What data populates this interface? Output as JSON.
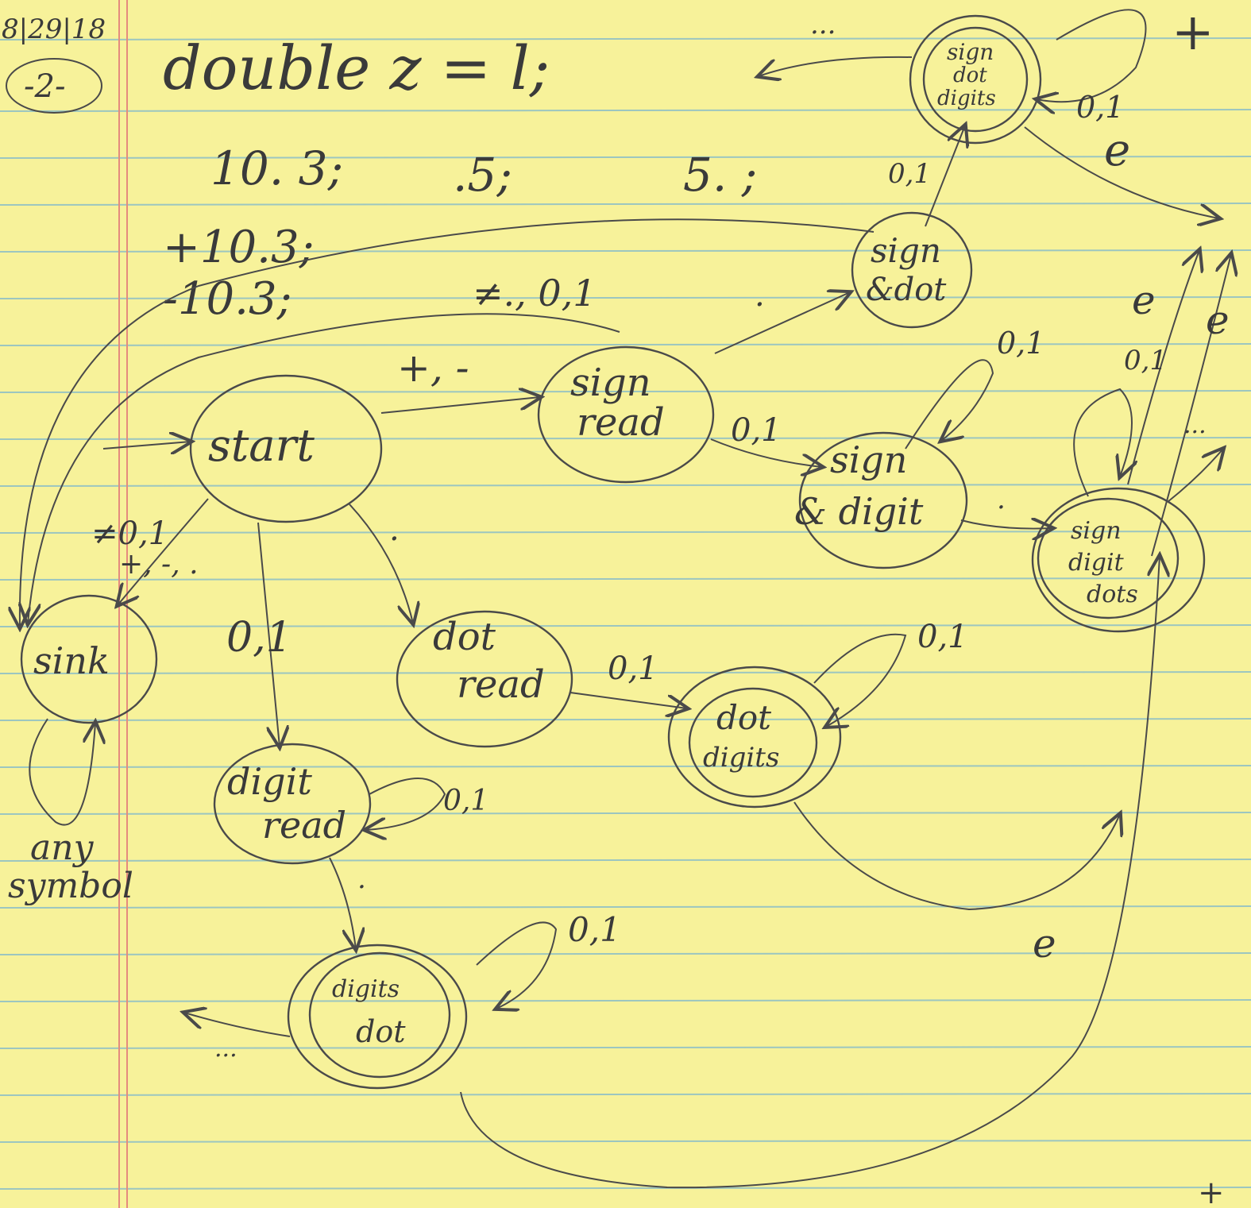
{
  "header": {
    "date": "8|29|18",
    "page": "-2-",
    "title": "double z = l;"
  },
  "examples": {
    "row1": [
      "10. 3;",
      ".5;",
      "5. ;"
    ],
    "row2": [
      "+10.3;",
      "-10.3;"
    ]
  },
  "states": {
    "start": "start",
    "sign_read": [
      "sign",
      "read"
    ],
    "sign_dot": [
      "sign",
      "&dot"
    ],
    "sign_dot_digits": [
      "sign",
      "dot",
      "digits"
    ],
    "sign_digit": [
      "sign",
      "& digit"
    ],
    "sign_digit_dots": [
      "sign",
      "digit",
      "dots"
    ],
    "sink": "sink",
    "dot_read": [
      "dot",
      "read"
    ],
    "dot_digits": [
      "dot",
      "digits"
    ],
    "digit_read": [
      "digit",
      "read"
    ],
    "digits_dot": [
      "digits",
      "dot"
    ]
  },
  "edge_labels": {
    "start_to_sign_read": "+, -",
    "start_to_sink": "≠0,1",
    "start_to_sink_2": "+, -, .",
    "start_to_dot_read": ".",
    "start_to_digit_read": "0,1",
    "sign_read_to_sink": "≠., 0,1",
    "sign_read_to_sign_dot": ".",
    "sign_read_to_sign_digit": "0,1",
    "sign_dot_to_sign_dot_digits": "0,1",
    "sign_dot_digits_loop": "0,1",
    "sign_dot_digits_e": "e",
    "sign_dot_digits_plus": "+",
    "sign_dot_digits_more": "...",
    "sign_digit_loop": "0,1",
    "sign_digit_to_dots": ".",
    "sign_digit_dots_loop": "0,1",
    "sign_digit_dots_e1": "e",
    "sign_digit_dots_e2": "e",
    "sign_digit_dots_more": "...",
    "sink_loop": [
      "any",
      "symbol"
    ],
    "dot_read_to_dot_digits": "0,1",
    "dot_digits_loop": "0,1",
    "digit_read_loop": "0,1",
    "digit_read_to_digits_dot": ".",
    "digits_dot_loop": "0,1",
    "digits_dot_e": "e",
    "digits_dot_more": "...",
    "corner_plus": "+"
  }
}
